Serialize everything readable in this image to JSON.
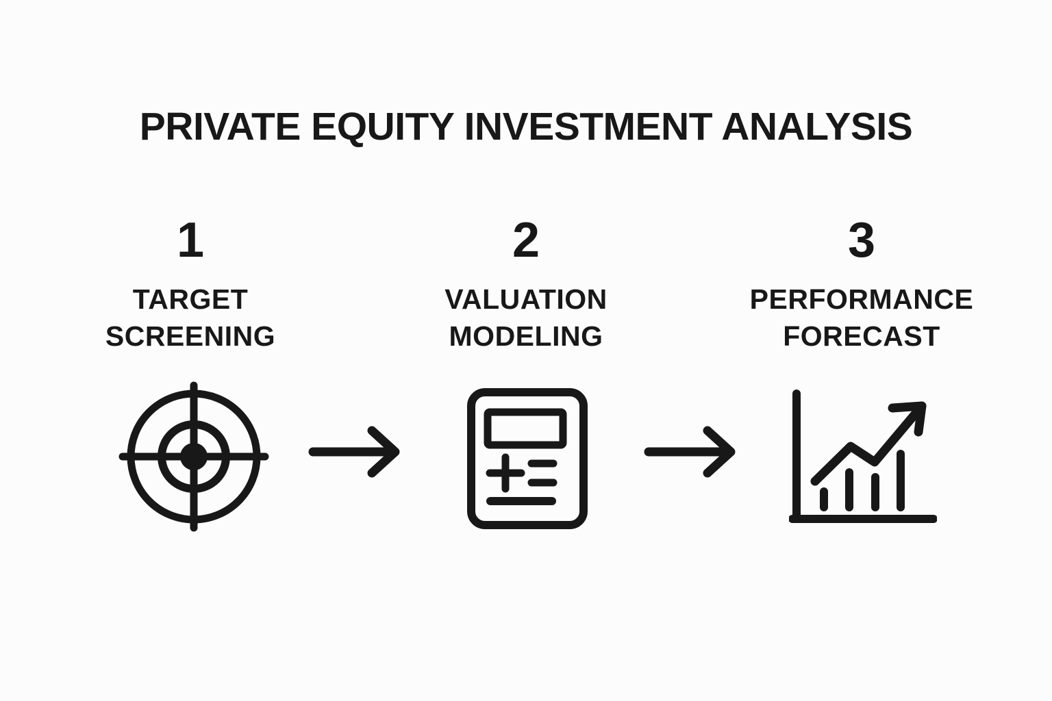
{
  "title": "PRIVATE EQUITY INVESTMENT ANALYSIS",
  "steps": [
    {
      "number": "1",
      "lines": [
        "TARGET",
        "SCREENING"
      ],
      "icon": "target-icon"
    },
    {
      "number": "2",
      "lines": [
        "VALUATION",
        "MODELING"
      ],
      "icon": "calculator-icon"
    },
    {
      "number": "3",
      "lines": [
        "PERFORMANCE",
        "FORECAST"
      ],
      "icon": "bar-chart-growth-icon"
    }
  ],
  "arrows": [
    {
      "icon": "right-arrow-icon"
    },
    {
      "icon": "right-arrow-icon"
    }
  ],
  "colors": {
    "background": "#fcfcfc",
    "ink": "#181818"
  }
}
